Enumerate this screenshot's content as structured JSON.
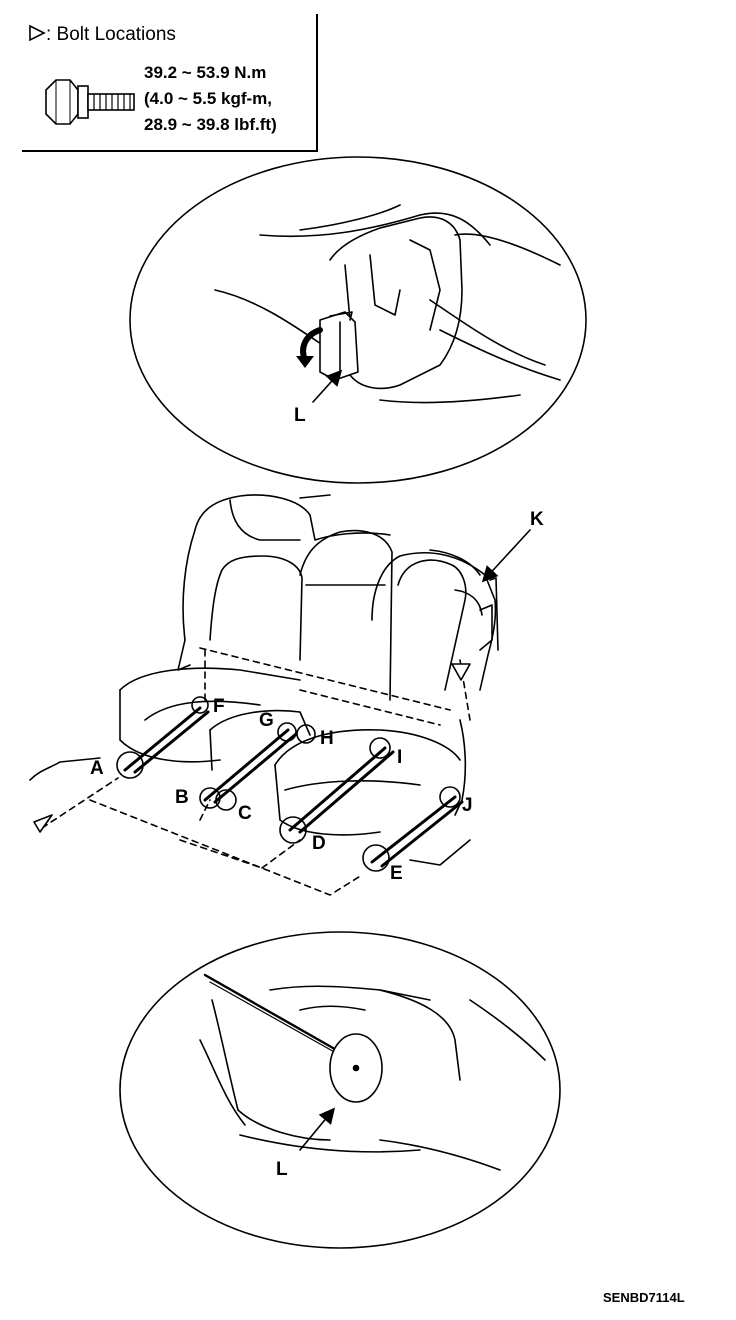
{
  "legend": {
    "title": ": Bolt Locations",
    "torque_lines": [
      "39.2 ~ 53.9 N.m",
      "(4.0 ~ 5.5 kgf-m,",
      "28.9 ~ 39.8 lbf.ft)"
    ]
  },
  "callouts": {
    "A": "A",
    "B": "B",
    "C": "C",
    "D": "D",
    "E": "E",
    "F": "F",
    "G": "G",
    "H": "H",
    "I": "I",
    "J": "J",
    "K": "K",
    "L_top": "L",
    "L_bottom": "L"
  },
  "figure_code": "SENBD7114L"
}
